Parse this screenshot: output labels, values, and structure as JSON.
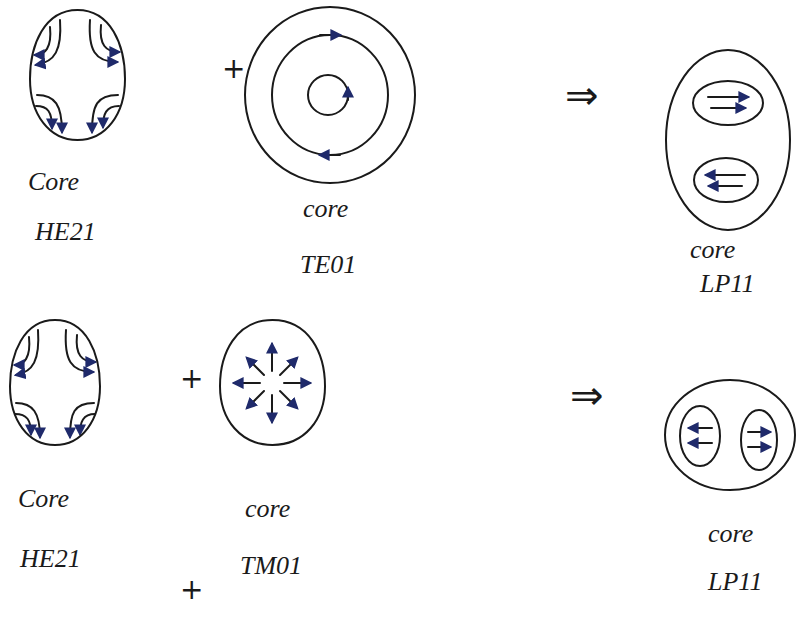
{
  "diagram": {
    "nodes": [
      {
        "text": [
          "Core",
          "HE21"
        ]
      },
      {
        "text": [
          "core",
          "TE01"
        ]
      },
      {
        "text": [
          "core",
          "LP11"
        ]
      },
      {
        "text": [
          "Core",
          "HE21"
        ]
      },
      {
        "text": [
          "core",
          "TM01"
        ]
      },
      {
        "text": [
          "core",
          "LP11"
        ]
      }
    ],
    "labels": [
      "+",
      "⇒",
      "+",
      "⇒",
      "+"
    ]
  }
}
